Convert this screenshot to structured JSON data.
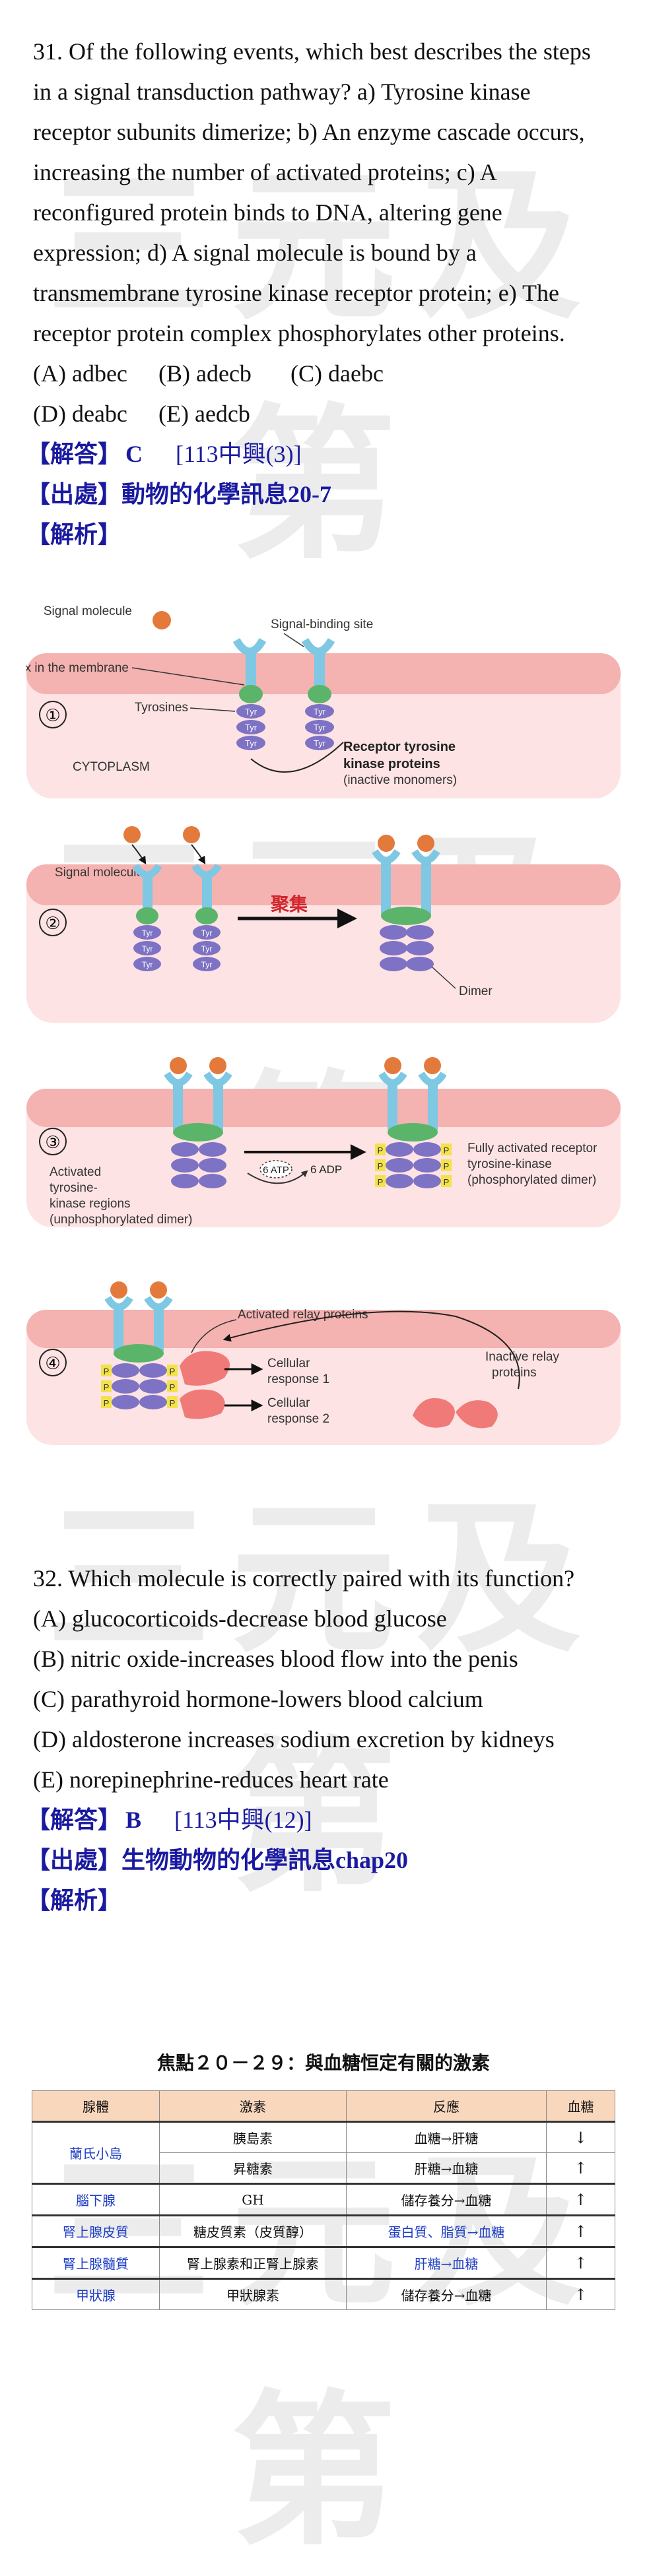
{
  "watermark": "三元及第",
  "q31": {
    "stem": "31. Of the following events, which best describes the steps in a signal transduction pathway? a) Tyrosine kinase receptor subunits dimerize; b) An enzyme cascade occurs, increasing the number of activated proteins; c) A reconfigured protein binds to DNA, altering gene expression; d) A signal molecule is bound by a transmembrane tyrosine kinase receptor protein; e) The receptor protein complex phosphorylates other proteins.",
    "options": [
      "(A) adbec",
      "(B) adecb",
      "(C) daebc",
      "(D) deabc",
      "(E) aedcb"
    ],
    "answer_label": "【解答】",
    "answer": "C",
    "answer_source": "[113中興(3)]",
    "source_label": "【出處】",
    "source": "動物的化學訊息20-7",
    "explain_label": "【解析】"
  },
  "figure": {
    "signal_molecule": "Signal molecule",
    "binding_site": "Signal-binding site",
    "alpha_helix": "α Helix in the membrane",
    "tyrosines": "Tyrosines",
    "tyr": "Tyr",
    "receptor_line1": "Receptor tyrosine",
    "receptor_line2": "kinase proteins",
    "receptor_line3": "(inactive monomers)",
    "cytoplasm": "CYTOPLASM",
    "step1": "①",
    "step2": "②",
    "step3": "③",
    "step4": "④",
    "aggregate": "聚集",
    "dimer": "Dimer",
    "atp": "6 ATP",
    "adp": "6 ADP",
    "activated_line1": "Activated",
    "activated_line2": "tyrosine-",
    "activated_line3": "kinase regions",
    "activated_line4": "(unphosphorylated dimer)",
    "full_line1": "Fully activated receptor",
    "full_line2": "tyrosine-kinase",
    "full_line3": "(phosphorylated dimer)",
    "phospho": "P",
    "relay_active": "Activated relay proteins",
    "resp1_line1": "Cellular",
    "resp1_line2": "response 1",
    "resp2_line1": "Cellular",
    "resp2_line2": "response 2",
    "relay_inactive1": "Inactive relay",
    "relay_inactive2": "proteins"
  },
  "q32": {
    "stem": "32. Which molecule is correctly paired with its function?",
    "options": [
      "(A) glucocorticoids-decrease blood glucose",
      "(B) nitric oxide-increases blood flow into the penis",
      "(C) parathyroid hormone-lowers blood calcium",
      "(D) aldosterone increases sodium excretion by kidneys",
      "(E) norepinephrine-reduces heart rate"
    ],
    "answer_label": "【解答】",
    "answer": "B",
    "answer_source": "[113中興(12)]",
    "source_label": "【出處】",
    "source": "生物動物的化學訊息chap20",
    "explain_label": "【解析】"
  },
  "table": {
    "title": "焦點２０－２９：與血糖恒定有關的激素",
    "headers": [
      "腺體",
      "激素",
      "反應",
      "血糖"
    ],
    "rows": [
      {
        "gland": "蘭氏小島",
        "hormone": "胰島素",
        "response": "血糖→肝糖",
        "glucose": "↓"
      },
      {
        "gland": "",
        "hormone": "昇糖素",
        "response": "肝糖→血糖",
        "glucose": "↑"
      },
      {
        "gland": "腦下腺",
        "hormone": "GH",
        "response": "儲存養分→血糖",
        "glucose": "↑"
      },
      {
        "gland": "腎上腺皮質",
        "hormone": "糖皮質素（皮質醇）",
        "response": "蛋白質、脂質→血糖",
        "glucose": "↑"
      },
      {
        "gland": "腎上腺髓質",
        "hormone": "腎上腺素和正腎上腺素",
        "response": "肝糖→血糖",
        "glucose": "↑"
      },
      {
        "gland": "甲狀腺",
        "hormone": "甲狀腺素",
        "response": "儲存養分→血糖",
        "glucose": "↑"
      }
    ]
  }
}
